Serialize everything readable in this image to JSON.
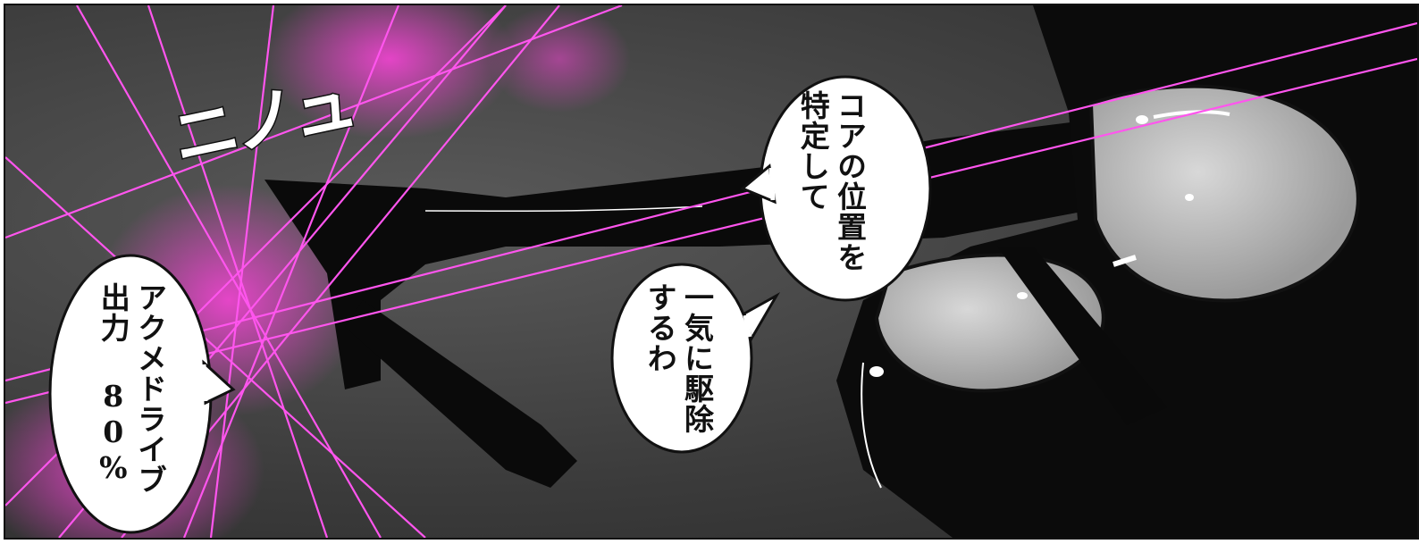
{
  "sound_effect": "ニノュ",
  "bubbles": {
    "left": {
      "lines": [
        "アクメドライブ",
        "出力 80%"
      ]
    },
    "middle": {
      "lines": [
        "一気に駆除",
        "するわ"
      ]
    },
    "right": {
      "lines": [
        "コアの位置を",
        "特定して"
      ]
    }
  },
  "colors": {
    "background": "#3b3b3b",
    "laser": "#ff55ee",
    "glow": "#ff44dd",
    "ink": "#111111",
    "highlight": "#bdbdbd"
  }
}
